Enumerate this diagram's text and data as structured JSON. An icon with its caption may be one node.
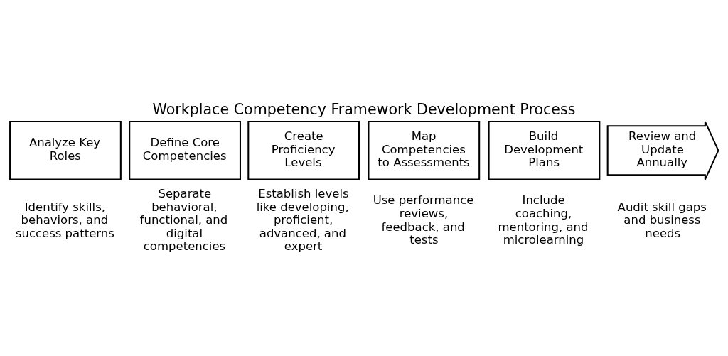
{
  "diagram": {
    "title": "Workplace Competency Framework Development Process",
    "nodes": [
      {
        "text": [
          "Analyze Key Roles"
        ],
        "beside": [
          "Identify skills, behaviors, and success patterns"
        ]
      },
      {
        "text": [
          "Define Core Competencies"
        ],
        "beside": [
          "Separate behavioral, functional, and digital competencies"
        ]
      },
      {
        "text": [
          "Create Proficiency Levels"
        ],
        "beside": [
          "Establish levels like developing, proficient, advanced, and expert"
        ]
      },
      {
        "text": [
          "Map Competencies to Assessments"
        ],
        "beside": [
          "Use performance reviews, feedback, and tests"
        ]
      },
      {
        "text": [
          "Build Development Plans"
        ],
        "beside": [
          "Include coaching, mentoring, and microlearning"
        ]
      },
      {
        "text": [
          "Review and Update Annually"
        ],
        "beside": [
          "Audit skill gaps and business needs"
        ]
      }
    ],
    "edges": []
  }
}
